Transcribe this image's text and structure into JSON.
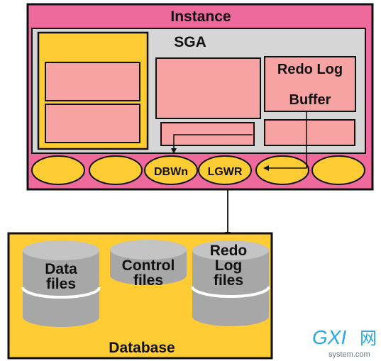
{
  "colors": {
    "instance_fill": "#ee6a9c",
    "sga_fill": "#d6d6d6",
    "buffer_fill": "#f7a3a3",
    "yellow": "#ffcc33",
    "cylinder_gray": "#a7a7a7",
    "stroke": "#111111"
  },
  "instance": {
    "title": "Instance"
  },
  "sga": {
    "title": "SGA",
    "redo_log_buffer": {
      "line1": "Redo Log",
      "line2": "Buffer"
    }
  },
  "processes": {
    "dbwn": "DBWn",
    "lgwr": "LGWR"
  },
  "database": {
    "title": "Database",
    "data_files": {
      "line1": "Data",
      "line2": "files"
    },
    "control_files": {
      "line1": "Control",
      "line2": "files"
    },
    "redo_log_files": {
      "line1": "Redo",
      "line2": "Log",
      "line3": "files"
    }
  },
  "watermark": {
    "brand": "GXI",
    "brand_cn": "网",
    "domain": "system.com"
  }
}
